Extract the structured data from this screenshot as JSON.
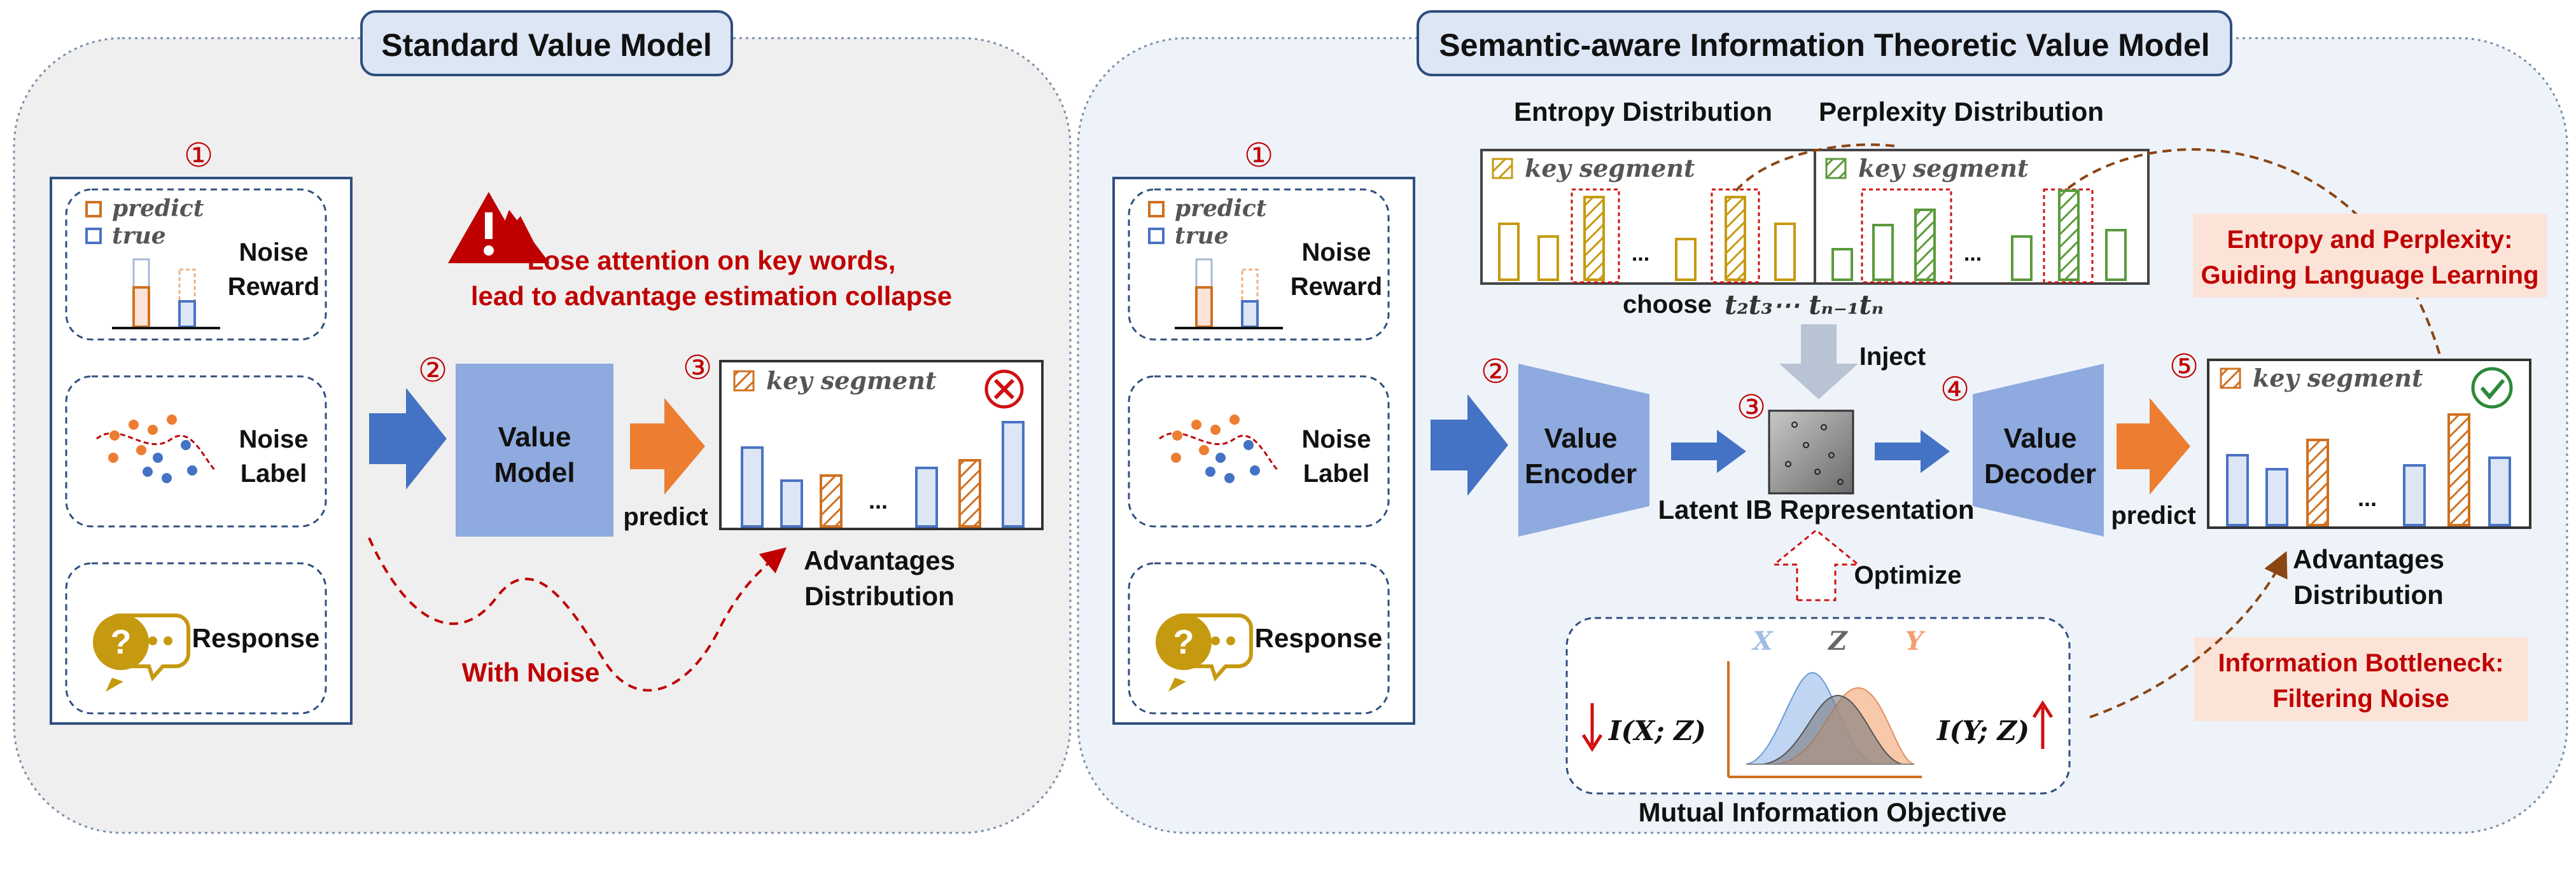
{
  "left_panel": {
    "title": "Standard Value Model",
    "num1": "①",
    "num2": "②",
    "num3": "③",
    "legend_predict": "predict",
    "legend_true": "true",
    "noise_reward": [
      "Noise",
      "Reward"
    ],
    "noise_label": [
      "Noise",
      "Label"
    ],
    "response": "Response",
    "warning_text": [
      "Lose attention on key words,",
      "lead to advantage estimation collapse"
    ],
    "value_model": [
      "Value",
      "Model"
    ],
    "predict": "predict",
    "key_segment": "key segment",
    "ellipsis": "...",
    "advantages": [
      "Advantages",
      "Distribution"
    ],
    "with_noise": "With Noise"
  },
  "right_panel": {
    "title": "Semantic-aware Information Theoretic Value Model",
    "num1": "①",
    "num2": "②",
    "num3": "③",
    "num4": "④",
    "num5": "⑤",
    "legend_predict": "predict",
    "legend_true": "true",
    "noise_reward": [
      "Noise",
      "Reward"
    ],
    "noise_label": [
      "Noise",
      "Label"
    ],
    "response": "Response",
    "entropy_distribution": "Entropy Distribution",
    "perplexity_distribution": "Perplexity Distribution",
    "key_segment": "key segment",
    "ellipsis": "...",
    "choose_text": "choose",
    "choose_tokens": "t₂t₃⋯ tₙ₋₁tₙ",
    "inject": "Inject",
    "value_encoder": [
      "Value",
      "Encoder"
    ],
    "latent_ib": "Latent IB Representation",
    "value_decoder": [
      "Value",
      "Decoder"
    ],
    "predict": "predict",
    "optimize": "Optimize",
    "advantages": [
      "Advantages",
      "Distribution"
    ],
    "entropy_perplexity_box": [
      "Entropy and Perplexity:",
      "Guiding Language Learning"
    ],
    "ib_box": [
      "Information Bottleneck:",
      "Filtering Noise"
    ],
    "mi_objective": "Mutual Information Objective",
    "mi_left": "I(X; Z)",
    "mi_right": "I(Y; Z)",
    "dist_x": "X",
    "dist_z": "Z",
    "dist_y": "Y"
  },
  "colors": {
    "orange": "#d07020",
    "blue": "#4a73c4",
    "red": "#c00000",
    "gold": "#c69a10",
    "green": "#5a9a3c",
    "panel_left": "#efefef",
    "panel_right": "#eef3f9",
    "pink_box": "#fbe3d8",
    "value_box": "#8eaadf",
    "arrow_blue": "#4472c4",
    "arrow_orange": "#ed7d31"
  }
}
